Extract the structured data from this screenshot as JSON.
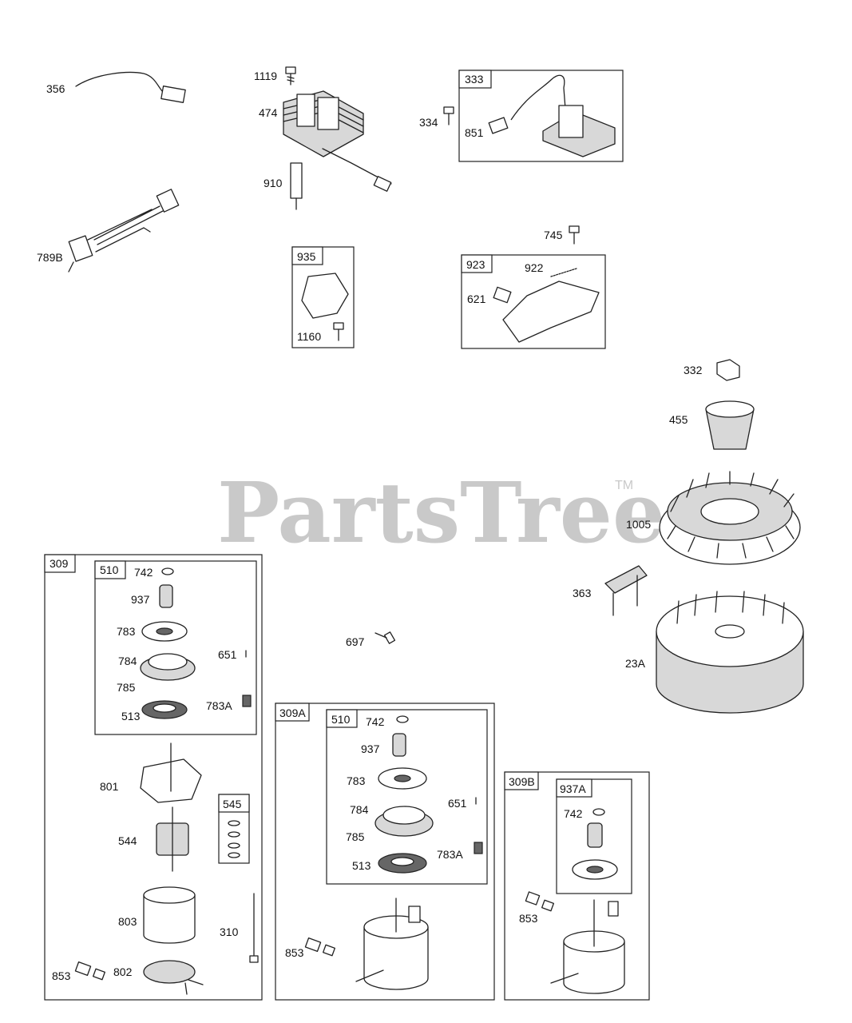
{
  "watermark": {
    "text": "PartsTree",
    "trademark": "TM"
  },
  "labels": {
    "356": "356",
    "789B": "789B",
    "1119": "1119",
    "474": "474",
    "910": "910",
    "334": "334",
    "851": "851",
    "333": "333",
    "935": "935",
    "1160": "1160",
    "745": "745",
    "923": "923",
    "922": "922",
    "621": "621",
    "332": "332",
    "455": "455",
    "1005": "1005",
    "363": "363",
    "23A": "23A",
    "697": "697"
  },
  "group_309": {
    "label": "309",
    "sub_label": "510",
    "items": {
      "742": "742",
      "937": "937",
      "783": "783",
      "784": "784",
      "785": "785",
      "513": "513",
      "651": "651",
      "783A": "783A",
      "801": "801",
      "544": "544",
      "545": "545",
      "803": "803",
      "310": "310",
      "853": "853",
      "802": "802"
    }
  },
  "group_309A": {
    "label": "309A",
    "sub_label": "510",
    "items": {
      "742": "742",
      "937": "937",
      "783": "783",
      "784": "784",
      "785": "785",
      "513": "513",
      "651": "651",
      "783A": "783A",
      "853": "853"
    }
  },
  "group_309B": {
    "label": "309B",
    "sub_label": "937A",
    "items": {
      "742": "742",
      "853": "853"
    }
  }
}
